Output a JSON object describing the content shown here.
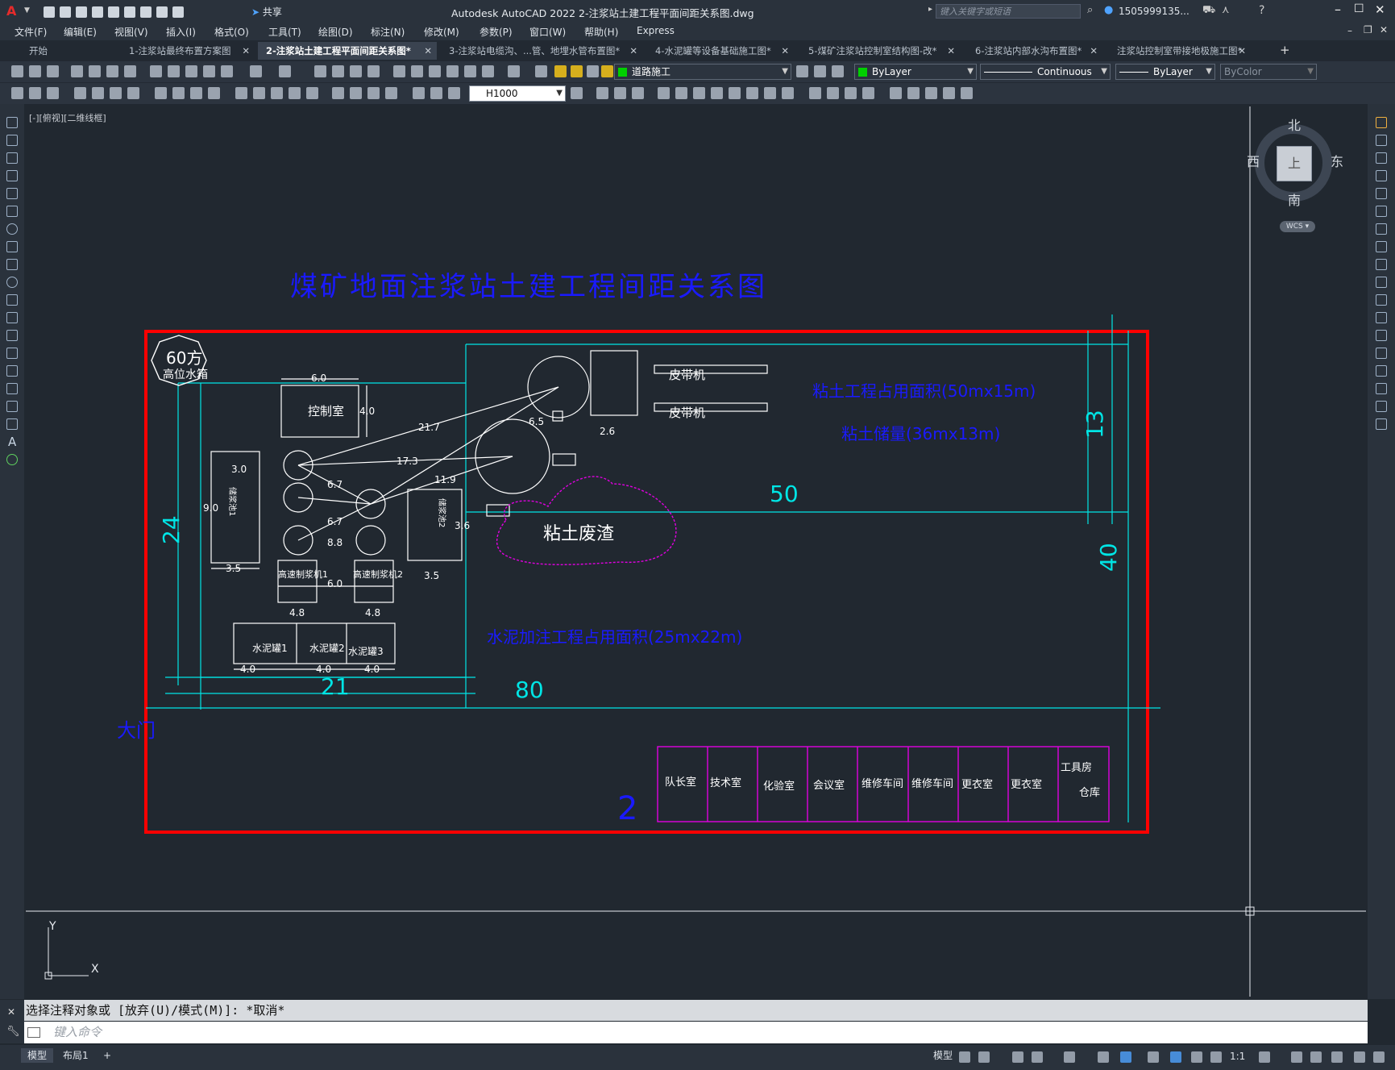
{
  "app": {
    "title": "Autodesk AutoCAD 2022    2-注浆站土建工程平面间距关系图.dwg",
    "search_placeholder": "键入关键字或短语",
    "user": "1505999135...",
    "share_label": "共享"
  },
  "menu": [
    "文件(F)",
    "编辑(E)",
    "视图(V)",
    "插入(I)",
    "格式(O)",
    "工具(T)",
    "绘图(D)",
    "标注(N)",
    "修改(M)",
    "参数(P)",
    "窗口(W)",
    "帮助(H)",
    "Express"
  ],
  "tabs": [
    {
      "label": "开始",
      "active": false,
      "closable": false
    },
    {
      "label": "1-注浆站最终布置方案图",
      "active": false,
      "closable": true
    },
    {
      "label": "2-注浆站土建工程平面间距关系图*",
      "active": true,
      "closable": true
    },
    {
      "label": "3-注浆站电缆沟、...管、地埋水管布置图*",
      "active": false,
      "closable": true
    },
    {
      "label": "4-水泥罐等设备基础施工图*",
      "active": false,
      "closable": true
    },
    {
      "label": "5-煤矿注浆站控制室结构图-改*",
      "active": false,
      "closable": true
    },
    {
      "label": "6-注浆站内部水沟布置图*",
      "active": false,
      "closable": true
    },
    {
      "label": "注浆站控制室带接地极施工图*",
      "active": false,
      "closable": true
    }
  ],
  "toolbar": {
    "layer_value": "道路施工",
    "color_value": "ByLayer",
    "linetype_value": "Continuous",
    "lineweight_value": "ByLayer",
    "plotstyle_value": "ByColor",
    "dimstyle_value": "H1000"
  },
  "viewport_label": "[-][俯视][二维线框]",
  "viewcube": {
    "north": "北",
    "south": "南",
    "east": "东",
    "west": "西",
    "top": "上",
    "wcs": "WCS"
  },
  "drawing": {
    "title": "煤矿地面注浆站土建工程间距关系图",
    "tank": {
      "line1": "60方",
      "line2": "高位水箱"
    },
    "control_room": "控制室",
    "conveyor1": "皮带机",
    "conveyor2": "皮带机",
    "clay_area": "粘土废渣",
    "gate": "大门",
    "area_labels": [
      "粘土工程占用面积(50mx15m)",
      "粘土储量(36mx13m)",
      "水泥加注工程占用面积(25mx22m)"
    ],
    "cement_tanks": [
      "水泥罐1",
      "水泥罐2",
      "水泥罐3"
    ],
    "mixers": [
      "高速制浆机1",
      "高速制浆机2"
    ],
    "storage": [
      "储浆池1",
      "储浆池2"
    ],
    "dims_big": [
      "24",
      "21",
      "80",
      "50",
      "40",
      "13",
      "2"
    ],
    "dims_small": [
      "6.0",
      "4.0",
      "21.7",
      "17.3",
      "11.9",
      "6.5",
      "6.7",
      "6.7",
      "8.8",
      "6.0",
      "4.8",
      "4.8",
      "4.0",
      "4.0",
      "4.0",
      "3.5",
      "3.5",
      "3.0",
      "9.0",
      "2.6",
      "3.6"
    ],
    "rooms": [
      "队长室",
      "技术室",
      "化验室",
      "会议室",
      "维修车间",
      "维修车间",
      "更衣室",
      "更衣室",
      "工具房",
      "仓库"
    ]
  },
  "command": {
    "history": "选择注释对象或 [放弃(U)/模式(M)]: *取消*",
    "placeholder": "键入命令"
  },
  "status": {
    "model_tab": "模型",
    "layout_tab": "布局1",
    "model_label": "模型",
    "scale": "1:1"
  },
  "colors": {
    "red_frame": "#ff0000",
    "cyan": "#00e5e5",
    "blue_text": "#1a1aff",
    "magenta": "#e000e0",
    "white": "#ffffff"
  }
}
